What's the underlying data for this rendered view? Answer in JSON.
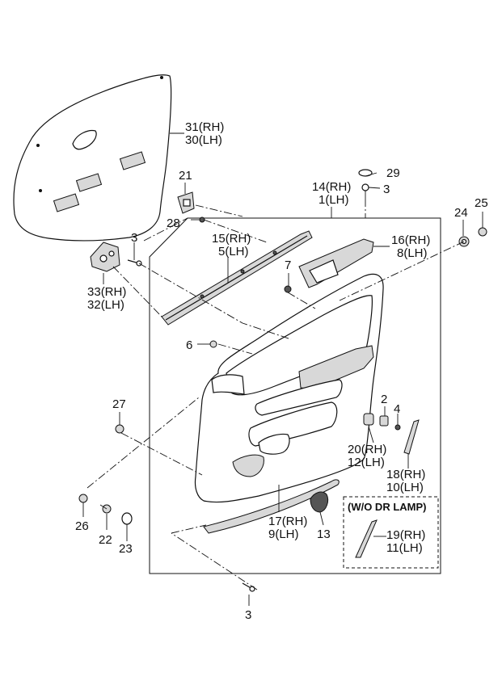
{
  "callouts": {
    "c31": {
      "num": "31",
      "side": "(RH)"
    },
    "c30": {
      "num": "30",
      "side": "(LH)"
    },
    "c21": {
      "num": "21"
    },
    "c28": {
      "num": "28"
    },
    "c3a": {
      "num": "3"
    },
    "c33": {
      "num": "33",
      "side": "(RH)"
    },
    "c32": {
      "num": "32",
      "side": "(LH)"
    },
    "c15": {
      "num": "15",
      "side": "(RH)"
    },
    "c5": {
      "num": "5",
      "side": "(LH)"
    },
    "c14": {
      "num": "14",
      "side": "(RH)"
    },
    "c1": {
      "num": "1",
      "side": "(LH)"
    },
    "c29": {
      "num": "29"
    },
    "c3b": {
      "num": "3"
    },
    "c24": {
      "num": "24"
    },
    "c25": {
      "num": "25"
    },
    "c16": {
      "num": "16",
      "side": "(RH)"
    },
    "c8": {
      "num": "8",
      "side": "(LH)"
    },
    "c7": {
      "num": "7"
    },
    "c6": {
      "num": "6"
    },
    "c27": {
      "num": "27"
    },
    "c2": {
      "num": "2"
    },
    "c4": {
      "num": "4"
    },
    "c20": {
      "num": "20",
      "side": "(RH)"
    },
    "c12": {
      "num": "12",
      "side": "(LH)"
    },
    "c18": {
      "num": "18",
      "side": "(RH)"
    },
    "c10": {
      "num": "10",
      "side": "(LH)"
    },
    "c26": {
      "num": "26"
    },
    "c22": {
      "num": "22"
    },
    "c23": {
      "num": "23"
    },
    "c17": {
      "num": "17",
      "side": "(RH)"
    },
    "c9": {
      "num": "9",
      "side": "(LH)"
    },
    "c13": {
      "num": "13"
    },
    "c19": {
      "num": "19",
      "side": "(RH)"
    },
    "c11": {
      "num": "11",
      "side": "(LH)"
    },
    "c3c": {
      "num": "3"
    }
  },
  "note": "(W/O DR LAMP)"
}
